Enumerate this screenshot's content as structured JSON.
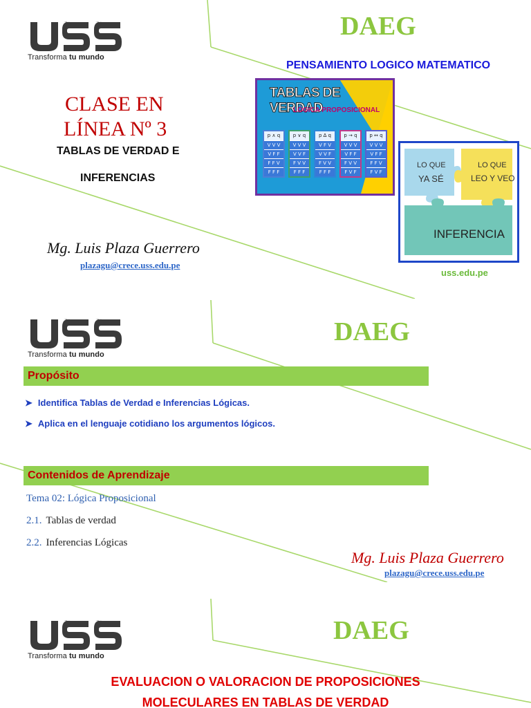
{
  "brand": {
    "logo_text": "USS",
    "tagline_light": "Transforma",
    "tagline_bold": "tu mundo",
    "daeg": "DAEG",
    "green": "#8cc63f",
    "red": "#c00000",
    "blue": "#1f3fbf"
  },
  "slide1": {
    "course": "PENSAMIENTO LOGICO MATEMATICO",
    "class_line1": "CLASE EN",
    "class_line2": "LÍNEA Nº 3",
    "topic_line1": "TABLAS DE VERDAD E",
    "topic_line2": "INFERENCIAS",
    "author": "Mg. Luis Plaza Guerrero",
    "email": "plazagu@crece.uss.edu.pe",
    "website": "uss.edu.pe",
    "poster": {
      "title": "TABLAS DE VERDAD",
      "subtitle": "LÓGICA PROPOSICIONAL",
      "headers": [
        "p ∧ q",
        "p ∨ q",
        "p ∆ q",
        "p → q",
        "p ↔ q"
      ],
      "rows": [
        [
          "V V V",
          "V V V",
          "V F V",
          "V V V",
          "V V V"
        ],
        [
          "V F F",
          "V V F",
          "V V F",
          "V F F",
          "V F F"
        ],
        [
          "F F V",
          "F V V",
          "F V V",
          "F V V",
          "F F V"
        ],
        [
          "F F F",
          "F F F",
          "F F F",
          "F V F",
          "F V F"
        ]
      ]
    },
    "puzzle": {
      "piece1": "LO QUE YA SÉ",
      "piece1_a": "LO QUE",
      "piece1_b": "YA SÉ",
      "piece2_a": "LO QUE",
      "piece2_b": "LEO Y VEO",
      "piece3": "INFERENCIA"
    }
  },
  "slide2": {
    "purpose_title": "Propósito",
    "purpose_items": [
      "Identifica Tablas de Verdad e Inferencias Lógicas.",
      "Aplica en el lenguaje cotidiano  los argumentos lógicos."
    ],
    "content_title": "Contenidos de Aprendizaje",
    "topic": "Tema 02: Lógica Proposicional",
    "items": [
      {
        "num": "2.1.",
        "text": "Tablas de verdad"
      },
      {
        "num": "2.2.",
        "text": "Inferencias Lógicas"
      }
    ],
    "author": "Mg. Luis Plaza Guerrero",
    "email": "plazagu@crece.uss.edu.pe"
  },
  "slide3": {
    "heading_line1": "EVALUACION O VALORACION DE PROPOSICIONES",
    "heading_line2": "MOLECULARES EN TABLAS DE VERDAD"
  }
}
